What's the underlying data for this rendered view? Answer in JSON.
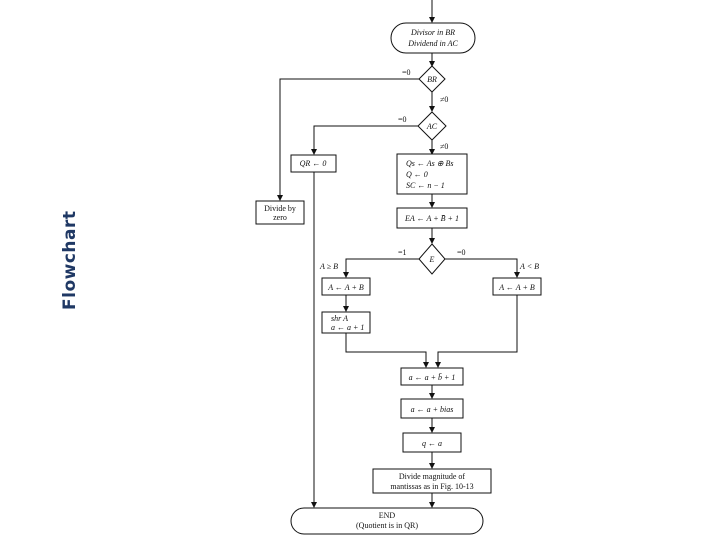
{
  "side_title": "Flowchart",
  "nodes": {
    "start": [
      "Divisor in BR",
      "Dividend in AC"
    ],
    "dec_br": "BR",
    "dec_ac": "AC",
    "qr_zero": "QR ← 0",
    "divide_zero": [
      "Divide by",
      "zero"
    ],
    "init": [
      "Qs ← As ⊕ Bs",
      "Q ← 0",
      "SC ← n − 1"
    ],
    "ea": "EA ← A + B̄ + 1",
    "dec_e": "E",
    "a_minus_b": "A ← A + B",
    "a_plus_b": "A ← A + B",
    "shr": [
      "shr A",
      "a ← a + 1"
    ],
    "exp_sub": "a ← a + b̄ + 1",
    "bias": "a ← a + bias",
    "q_a": "q ← a",
    "mag": [
      "Divide magnitude of",
      "mantissas as in Fig. 10-13"
    ],
    "end": [
      "END",
      "(Quotient is in QR)"
    ]
  },
  "labels": {
    "br_eq0": "=0",
    "br_ne0": "≠0",
    "ac_eq0": "=0",
    "ac_ne0": "≠0",
    "e_eq1": "=1",
    "e_eq0": "=0",
    "a_ge_b": "A ≥ B",
    "a_lt_b": "A < B"
  }
}
